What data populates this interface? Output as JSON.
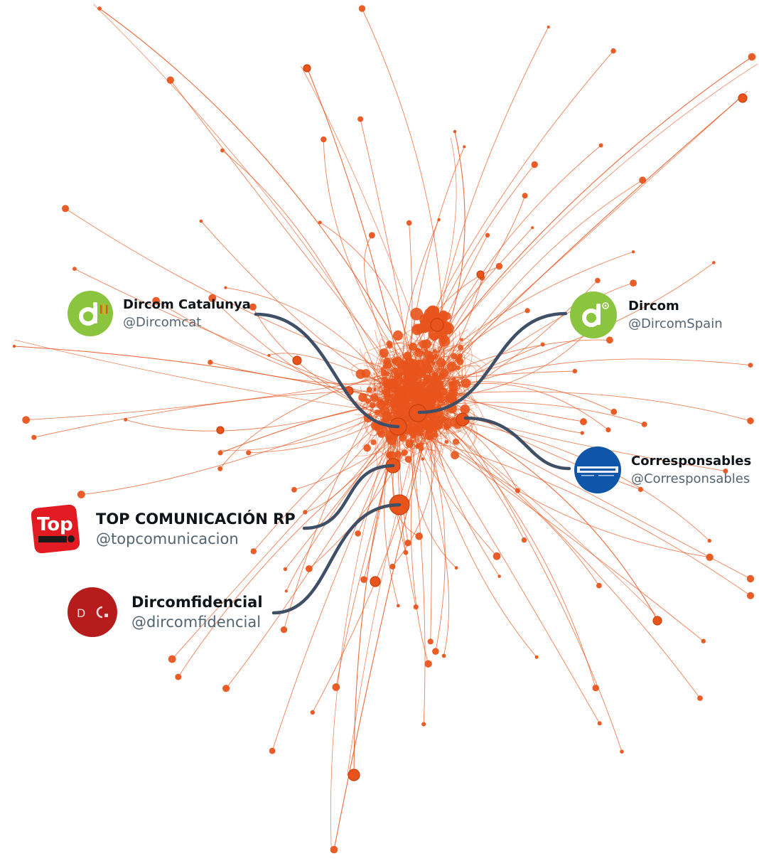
{
  "colors": {
    "network": "#e8541c",
    "connector": "#3f4f66",
    "dircom_green": "#8bc43f",
    "corresponsables_blue": "#0f56a8",
    "top_red": "#e21b22",
    "dircomfidencial_red": "#b71c1c"
  },
  "accounts": [
    {
      "name": "Dircom Catalunya",
      "handle": "@Dircomcat",
      "icon": "dircom-catalunya-logo"
    },
    {
      "name": "Dircom",
      "handle": "@DircomSpain",
      "icon": "dircom-logo"
    },
    {
      "name": "Corresponsables",
      "handle": "@Corresponsables",
      "icon": "corresponsables-logo"
    },
    {
      "name": "TOP COMUNICACIÓN RP",
      "handle": "@topcomunicacion",
      "icon": "top-comunicacion-logo"
    },
    {
      "name": "Dircomfidencial",
      "handle": "@dircomfidencial",
      "icon": "dircomfidencial-logo"
    }
  ]
}
